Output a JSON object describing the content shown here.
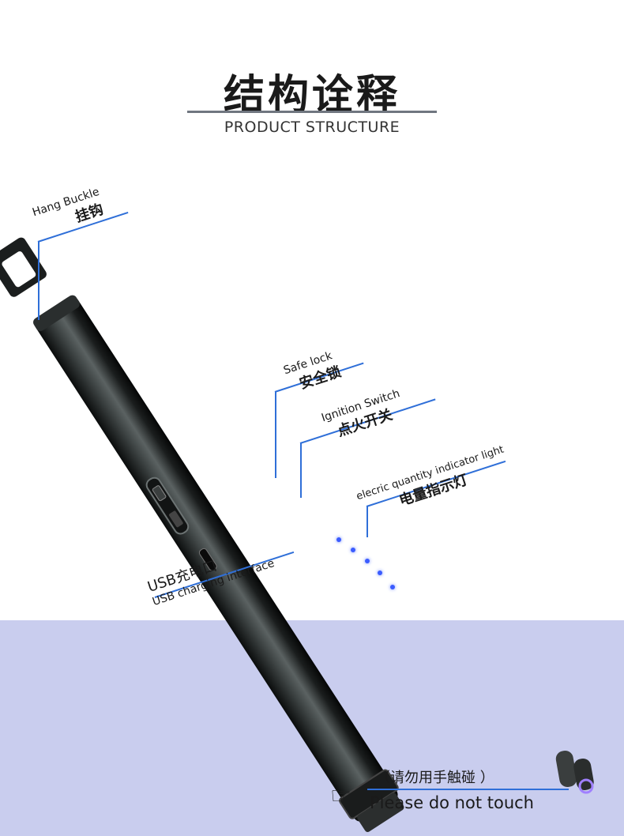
{
  "header": {
    "title_cn": "结构诠释",
    "title_en": "PRODUCT STRUCTURE"
  },
  "labels": {
    "hang_buckle": {
      "en": "Hang Buckle",
      "cn": "挂钩"
    },
    "safe_lock": {
      "en": "Safe lock",
      "cn": "安全锁"
    },
    "ignition_switch": {
      "en": "Ignition Switch",
      "cn": "点火开关"
    },
    "indicator_light": {
      "en": "elecric quantity indicator light",
      "cn": "电量指示灯"
    },
    "usb_port": {
      "cn": "USB充电口",
      "en": "USB charging interface"
    },
    "touch_warning": {
      "cn": "（请勿用手触碰 ）",
      "en": "Please do not touch"
    }
  },
  "icons": {
    "hand": "pointing-hand-icon"
  },
  "colors": {
    "band": "#c9cdee",
    "accent_line": "#2f6fd8",
    "indicator": "#3b5cff"
  }
}
